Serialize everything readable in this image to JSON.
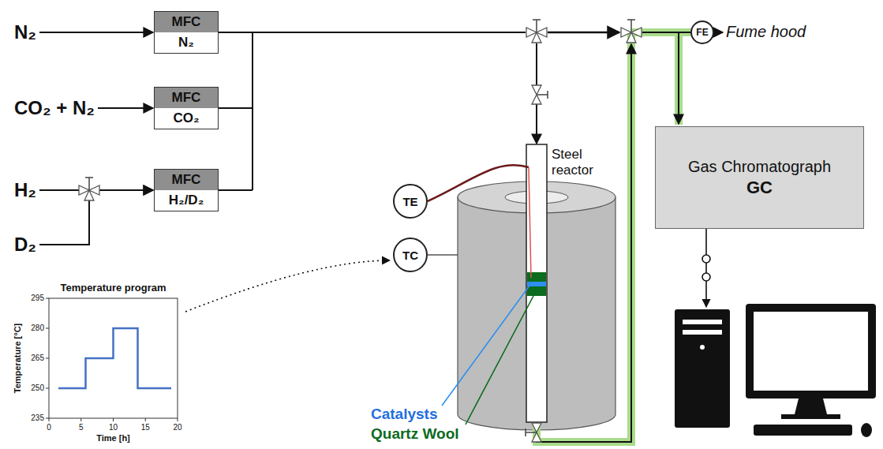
{
  "diagram": {
    "nodes": [
      {
        "text": [
          "N₂"
        ]
      },
      {
        "text": [
          "MFC",
          "N₂"
        ]
      },
      {
        "text": [
          "CO₂ + N₂"
        ]
      },
      {
        "text": [
          "MFC",
          "CO₂"
        ]
      },
      {
        "text": [
          "H₂"
        ]
      },
      {
        "text": [
          "D₂"
        ]
      },
      {
        "text": [
          "MFC",
          "H₂/D₂"
        ]
      },
      {
        "text": [
          "TE"
        ]
      },
      {
        "text": [
          "TC"
        ]
      },
      {
        "text": [
          "FE"
        ]
      },
      {
        "text": [
          "Gas Chromatograph",
          "GC"
        ]
      }
    ],
    "edges": [
      {
        "from": 0,
        "to": 1,
        "arrow": "to"
      },
      {
        "from": 2,
        "to": 3,
        "arrow": "to"
      },
      {
        "from": 4,
        "to": 6,
        "arrow": "to"
      },
      {
        "from": 5,
        "to": 6,
        "arrow": "to"
      }
    ],
    "labels": [
      "Steel reactor",
      "Catalysts",
      "Quartz Wool",
      "Fume hood",
      "Temperature program",
      "Temperature [°C]",
      "Time [h]",
      "295",
      "280",
      "265",
      "250",
      "235",
      "0",
      "5",
      "10",
      "15",
      "20"
    ]
  }
}
